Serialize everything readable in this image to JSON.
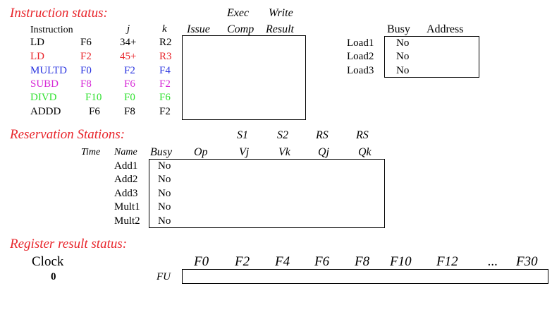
{
  "colors": {
    "section": "#e8242a",
    "black": "#000000",
    "red": "#e8242a",
    "blue": "#2a34e0",
    "magenta": "#d62ad6",
    "green": "#2fe02f"
  },
  "instruction_status": {
    "title": "Instruction status:",
    "col_instruction": "Instruction",
    "col_j": "j",
    "col_k": "k",
    "col_issue": "Issue",
    "col_exec_top": "Exec",
    "col_exec_bottom": "Comp",
    "col_write_top": "Write",
    "col_write_bottom": "Result",
    "rows": [
      {
        "op": "LD",
        "dst": "F6",
        "j": "34+",
        "k": "R2",
        "color": "#000000"
      },
      {
        "op": "LD",
        "dst": "F2",
        "j": "45+",
        "k": "R3",
        "color": "#e8242a"
      },
      {
        "op": "MULTD",
        "dst": "F0",
        "j": "F2",
        "k": "F4",
        "color": "#2a34e0"
      },
      {
        "op": "SUBD",
        "dst": "F8",
        "j": "F6",
        "k": "F2",
        "color": "#d62ad6"
      },
      {
        "op": "DIVD",
        "dst": "F10",
        "j": "F0",
        "k": "F6",
        "color": "#2fe02f"
      },
      {
        "op": "ADDD",
        "dst": "F6",
        "j": "F8",
        "k": "F2",
        "color": "#000000"
      }
    ]
  },
  "load_buffers": {
    "col_busy": "Busy",
    "col_address": "Address",
    "rows": [
      {
        "name": "Load1",
        "busy": "No"
      },
      {
        "name": "Load2",
        "busy": "No"
      },
      {
        "name": "Load3",
        "busy": "No"
      }
    ]
  },
  "reservation_stations": {
    "title": "Reservation Stations:",
    "col_s1": "S1",
    "col_s2": "S2",
    "col_rs1": "RS",
    "col_rs2": "RS",
    "col_time": "Time",
    "col_name": "Name",
    "col_busy": "Busy",
    "col_op": "Op",
    "col_vj": "Vj",
    "col_vk": "Vk",
    "col_qj": "Qj",
    "col_qk": "Qk",
    "rows": [
      {
        "name": "Add1",
        "busy": "No"
      },
      {
        "name": "Add2",
        "busy": "No"
      },
      {
        "name": "Add3",
        "busy": "No"
      },
      {
        "name": "Mult1",
        "busy": "No"
      },
      {
        "name": "Mult2",
        "busy": "No"
      }
    ]
  },
  "register_status": {
    "title": "Register result status:",
    "clock_label": "Clock",
    "clock_value": "0",
    "fu_label": "FU",
    "registers": [
      "F0",
      "F2",
      "F4",
      "F6",
      "F8",
      "F10",
      "F12",
      "...",
      "F30"
    ]
  }
}
